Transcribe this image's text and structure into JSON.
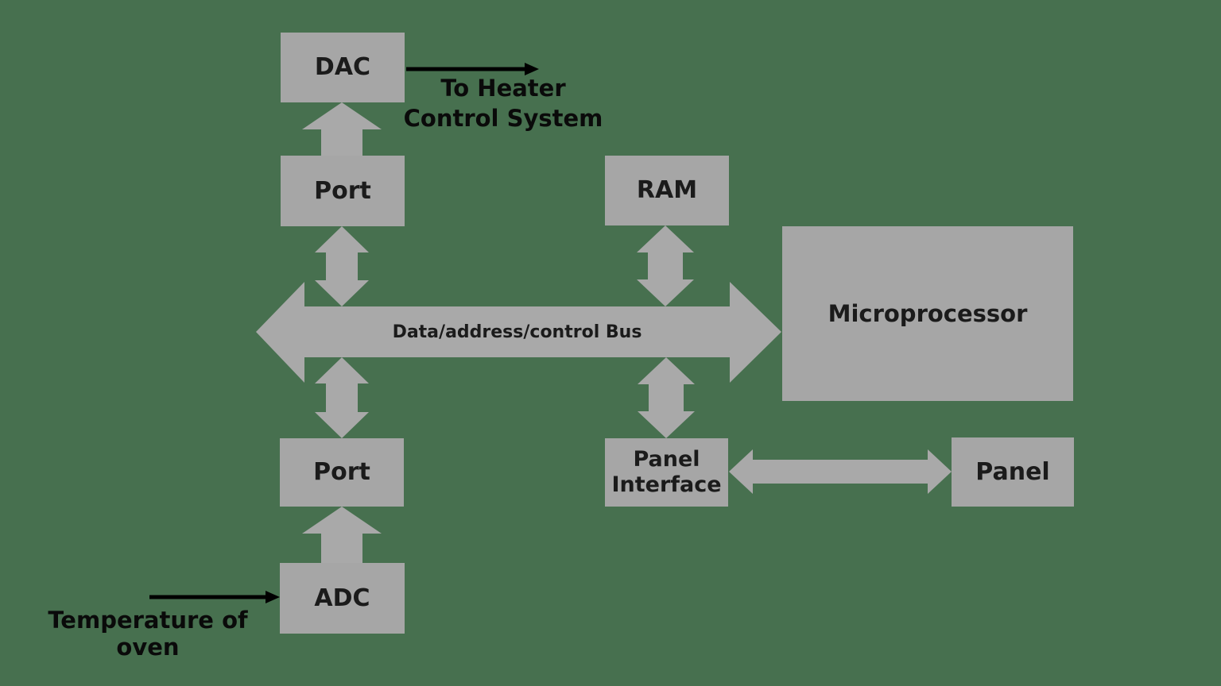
{
  "colors": {
    "background": "#47704f",
    "box_fill": "#a6a6a6",
    "arrow_fill": "#a9a9a9",
    "label_text": "#1b1b1b",
    "annotation_text": "#0a0a0a",
    "black_arrow": "#000000"
  },
  "diagram": {
    "boxes": {
      "dac": {
        "label": "DAC"
      },
      "port_top": {
        "label": "Port"
      },
      "ram": {
        "label": "RAM"
      },
      "microprocessor": {
        "label": "Microprocessor"
      },
      "port_bottom": {
        "label": "Port"
      },
      "panel_interface": {
        "line1": "Panel",
        "line2": "Interface"
      },
      "panel": {
        "label": "Panel"
      },
      "adc": {
        "label": "ADC"
      }
    },
    "bus": {
      "label": "Data/address/control Bus"
    },
    "annotations": {
      "heater": {
        "line1": "To Heater",
        "line2": "Control System"
      },
      "oven": {
        "label": "Temperature of  oven"
      }
    }
  }
}
